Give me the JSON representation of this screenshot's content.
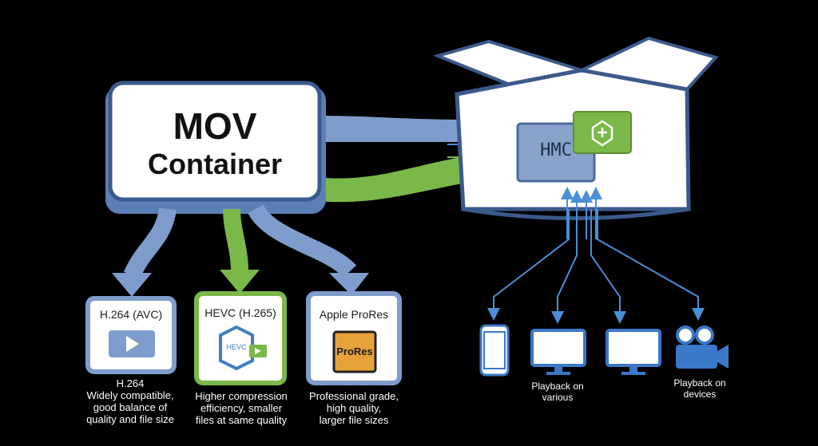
{
  "container": {
    "line1": "MOV",
    "line2": "Container"
  },
  "box_label": "HMC",
  "codecs": [
    {
      "title": "H.264 (AVC)",
      "desc": [
        "H.264",
        "Widely compatible,",
        "good balance of",
        "quality and file size"
      ]
    },
    {
      "title": "HEVC (H.265)",
      "badge": "HEVC",
      "desc": [
        "Higher compression",
        "efficiency, smaller",
        "files at same quality"
      ]
    },
    {
      "title": "Apple ProRes",
      "badge": "ProRes",
      "desc": [
        "Professional grade,",
        "high quality,",
        "larger file sizes"
      ]
    }
  ],
  "playback": {
    "label_left": [
      "Playback on",
      "various"
    ],
    "label_right": [
      "Playback on",
      "devices"
    ]
  },
  "colors": {
    "blue": "#6f8fc5",
    "blue_dark": "#3b5a8c",
    "green": "#7bb84a",
    "arrow_thin": "#4a8fd8",
    "device": "#3a78c8"
  },
  "icons": [
    "play-icon",
    "phone-icon",
    "monitor-icon",
    "video-camera-icon",
    "recycle-icon"
  ]
}
